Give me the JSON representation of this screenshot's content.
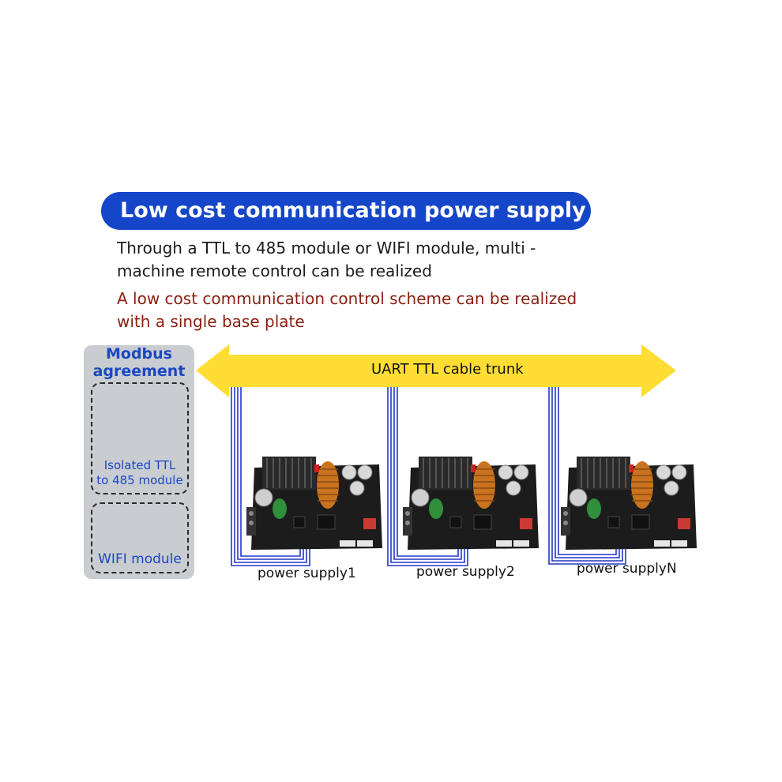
{
  "header": {
    "title": "Low cost communication power supply"
  },
  "description": {
    "line1a": "Through a TTL to 485 module or WIFI module, multi -",
    "line1b": "machine remote control can be realized",
    "line2a": "A low cost communication control scheme can be realized",
    "line2b": "with a single base plate"
  },
  "modbus": {
    "title_line1": "Modbus",
    "title_line2": "agreement",
    "module485_line1": "Isolated TTL",
    "module485_line2": "to 485 module",
    "wifi_label": "WIFI module"
  },
  "trunk": {
    "label": "UART TTL  cable trunk"
  },
  "supplies": [
    {
      "label": "power supply1"
    },
    {
      "label": "power supply2"
    },
    {
      "label": "power supplyN"
    }
  ],
  "colors": {
    "banner": "#1546c9",
    "accent_text": "#8a1f0f",
    "module_text": "#1a48c4",
    "arrow": "#ffdd33",
    "wire": "#2436c8",
    "panel": "#c9ccd1",
    "pcb": "#1c1c1c",
    "pcb_blue": "#1d5fa8"
  }
}
